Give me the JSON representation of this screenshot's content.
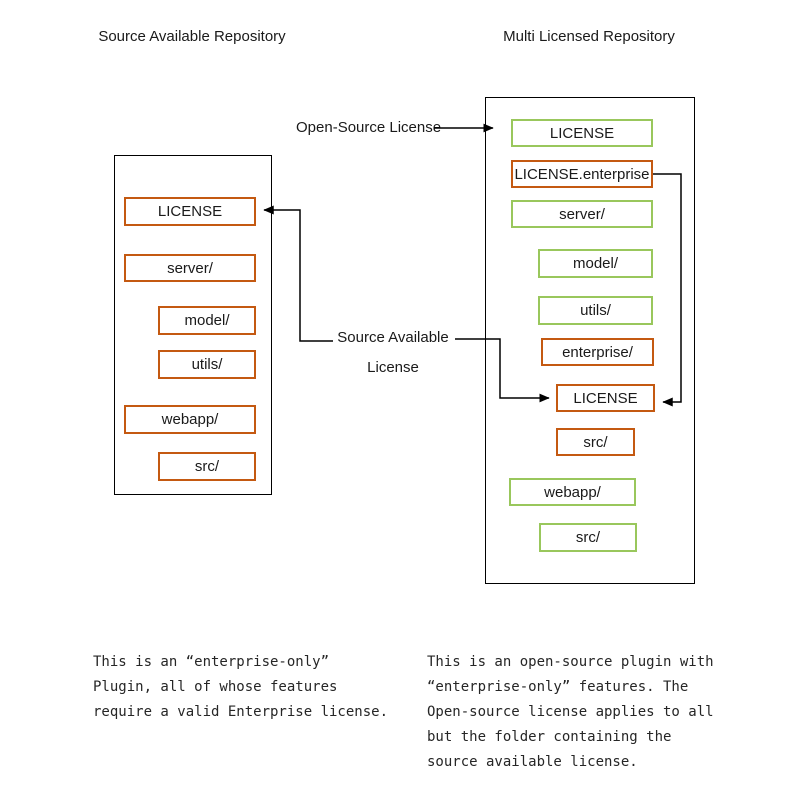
{
  "left_repo": {
    "title": "Source Available Repository",
    "items": [
      {
        "label": "LICENSE"
      },
      {
        "label": "server/"
      },
      {
        "label": "model/"
      },
      {
        "label": "utils/"
      },
      {
        "label": "webapp/"
      },
      {
        "label": "src/"
      }
    ],
    "note": "This is an “enterprise-only”\nPlugin, all of whose features\nrequire a valid Enterprise license."
  },
  "right_repo": {
    "title": "Multi Licensed Repository",
    "items": [
      {
        "label": "LICENSE"
      },
      {
        "label": "LICENSE.enterprise"
      },
      {
        "label": "server/"
      },
      {
        "label": "model/"
      },
      {
        "label": "utils/"
      },
      {
        "label": "enterprise/"
      },
      {
        "label": "LICENSE"
      },
      {
        "label": "src/"
      },
      {
        "label": "webapp/"
      },
      {
        "label": "src/"
      }
    ],
    "note": "This is an open-source plugin with\n“enterprise-only” features. The\nOpen-source license applies to all\nbut the folder containing the\nsource available license."
  },
  "arrows": {
    "open_source_label": "Open-Source License",
    "source_available_label_line1": "Source Available",
    "source_available_label_line2": "License"
  },
  "colors": {
    "open_source_green": "#99C75C",
    "source_available_orange": "#C45911",
    "connector_line": "#000000"
  }
}
